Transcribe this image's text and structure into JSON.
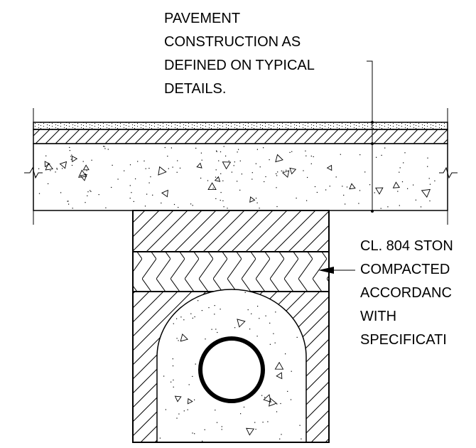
{
  "annotations": {
    "pavement_note": [
      "PAVEMENT",
      "CONSTRUCTION AS",
      "DEFINED ON TYPICAL",
      "DETAILS."
    ],
    "stone_note": [
      "CL. 804 STON",
      "COMPACTED",
      "ACCORDANC",
      "WITH",
      "SPECIFICATI"
    ]
  },
  "colors": {
    "line": "#000000",
    "background": "#ffffff"
  }
}
